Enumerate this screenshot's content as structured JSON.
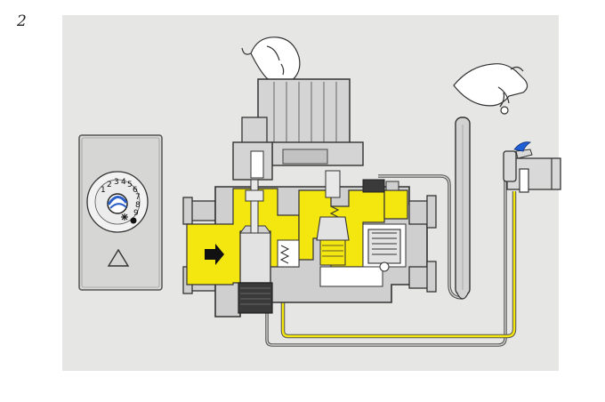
{
  "figure": {
    "number": "2"
  },
  "thermostat_dial": {
    "scale_labels": [
      "1",
      "2",
      "3",
      "4",
      "5",
      "6",
      "7",
      "8",
      "9"
    ],
    "warning_symbol": "warning-triangle"
  },
  "colors": {
    "gas": "#f4e60f",
    "body": "#cfcfcf",
    "background": "#e6e6e4",
    "outline": "#333333",
    "flame": "#1f5fd6"
  },
  "icons": [
    "hand-icon",
    "flow-arrow-icon",
    "flame-icon",
    "warning-triangle-icon",
    "snowflake-icon"
  ]
}
